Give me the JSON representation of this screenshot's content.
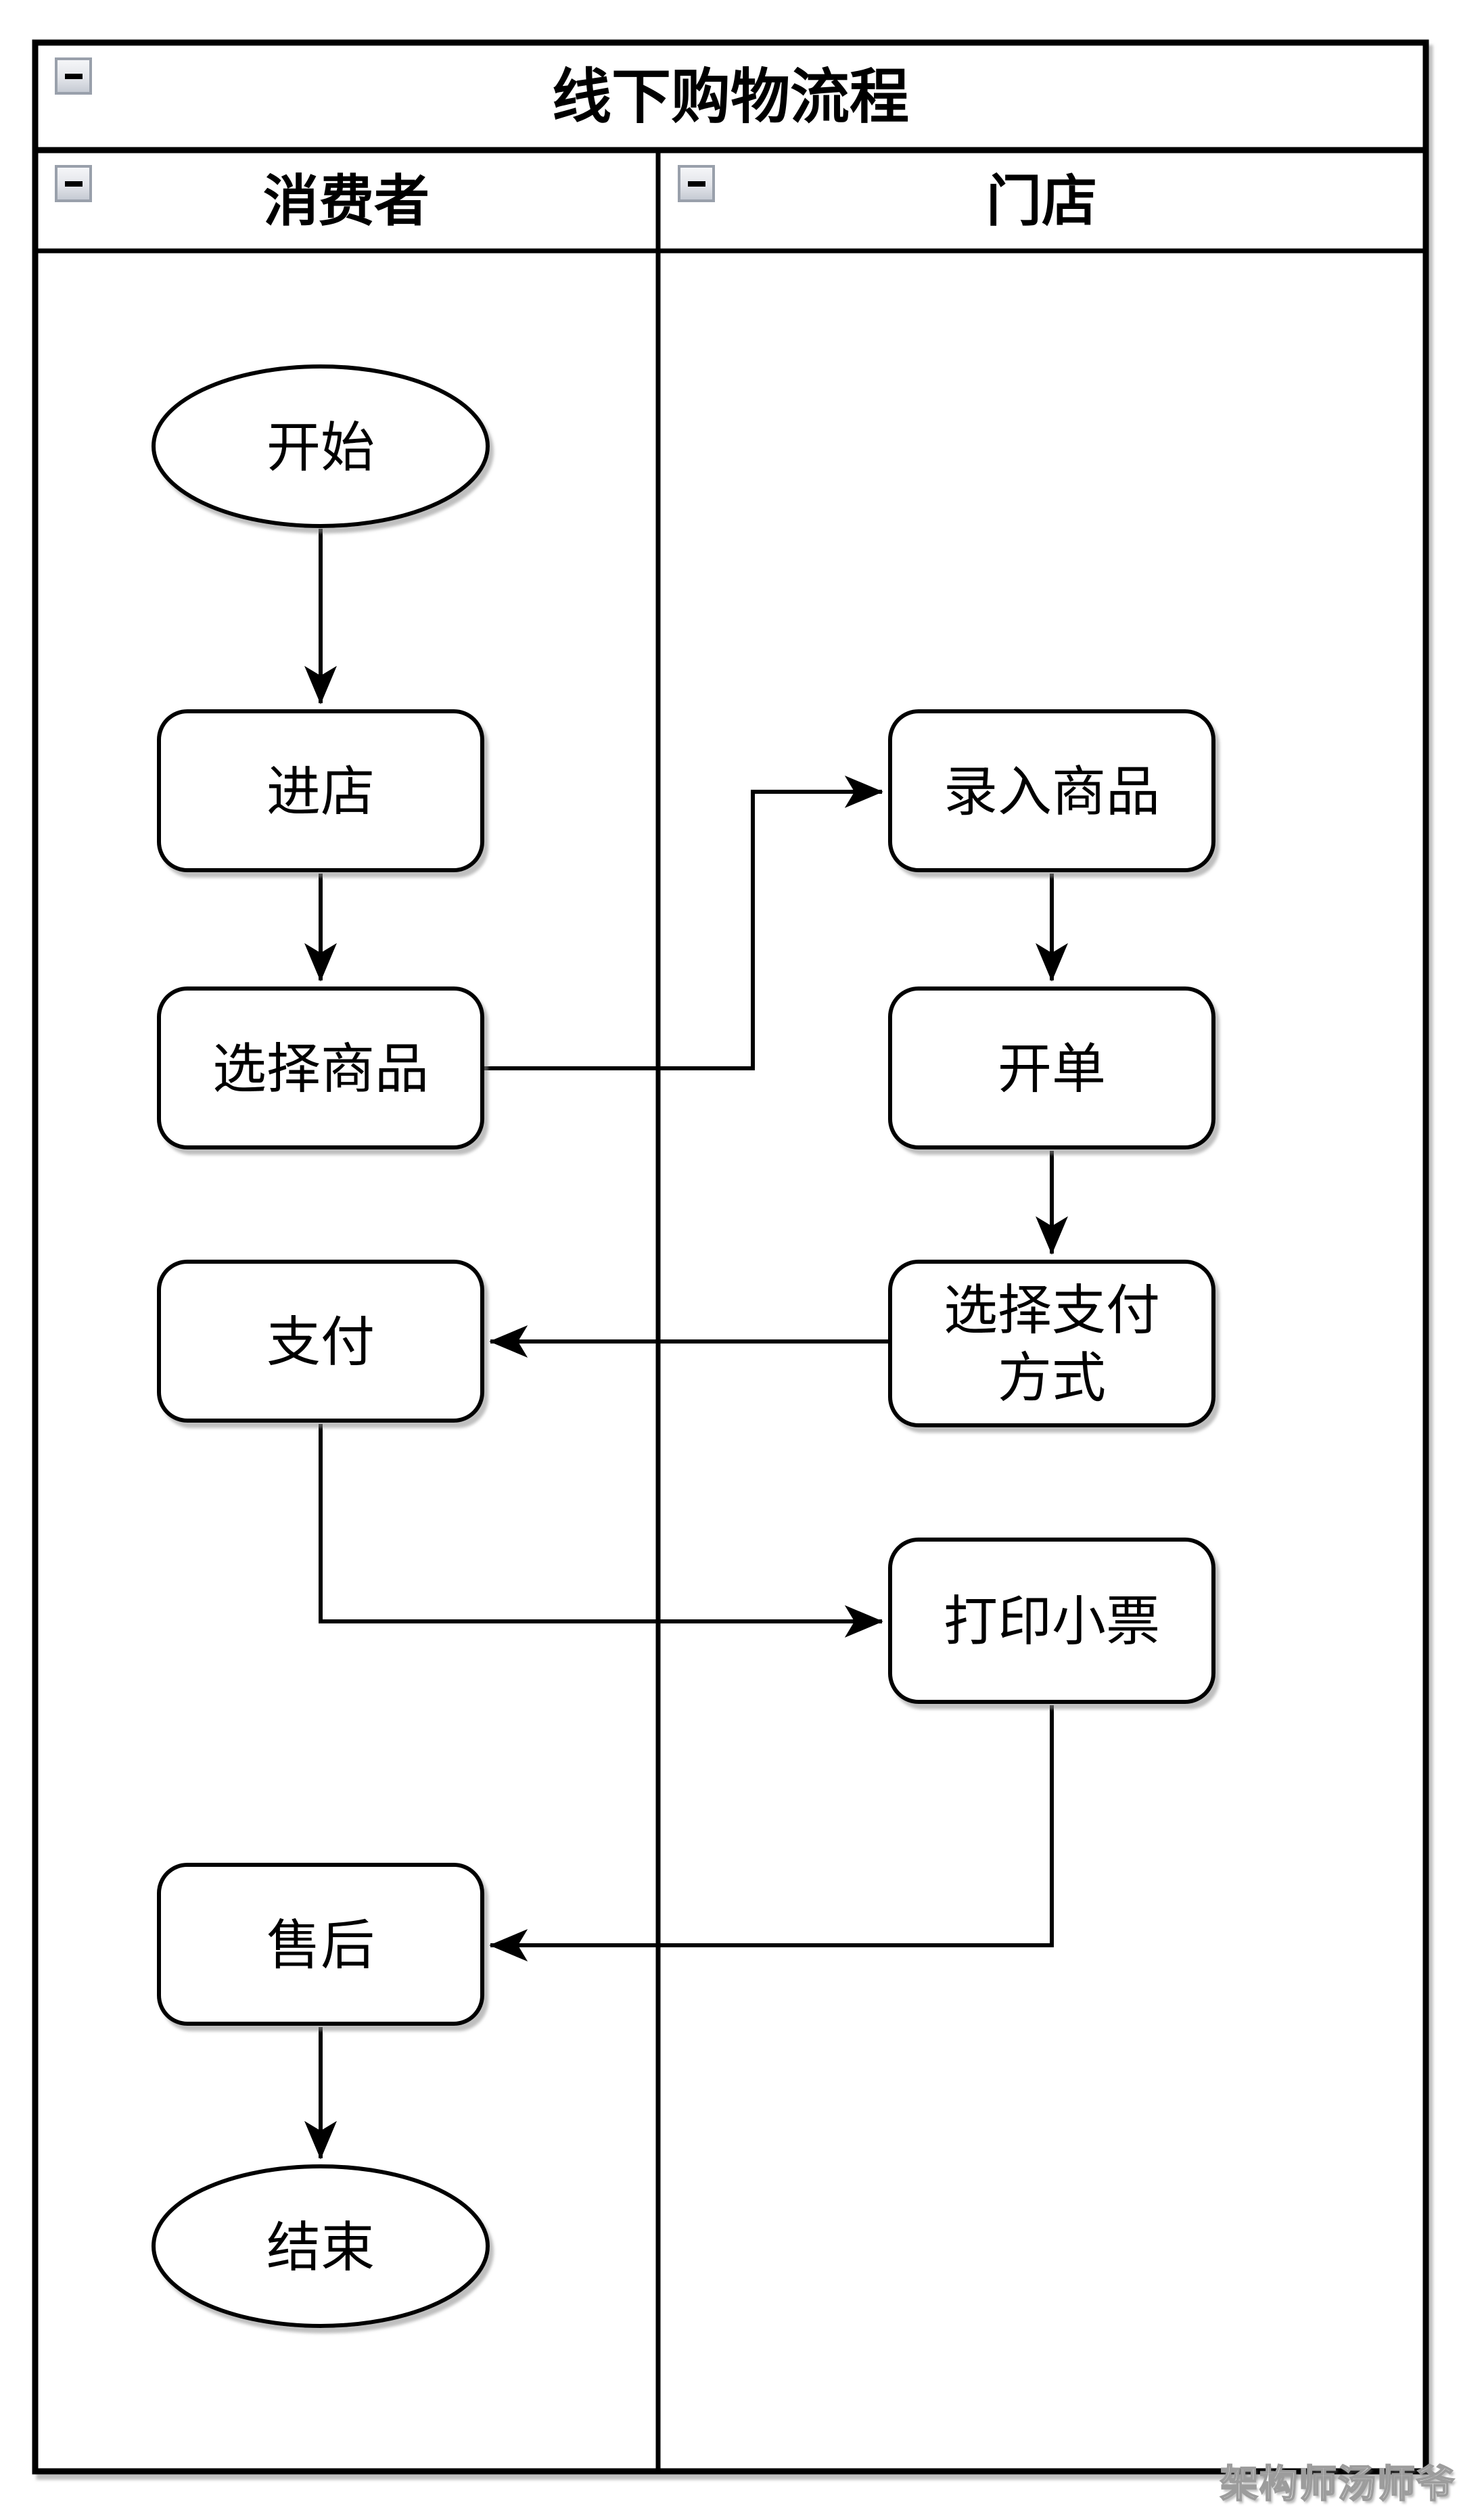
{
  "diagram": {
    "title": "线下购物流程",
    "lanes": [
      {
        "label": "消费者"
      },
      {
        "label": "门店"
      }
    ],
    "nodes": {
      "start": {
        "label": "开始",
        "shape": "ellipse",
        "lane": "消费者"
      },
      "enter_store": {
        "label": "进店",
        "shape": "rounded-rect",
        "lane": "消费者"
      },
      "select_goods": {
        "label": "选择商品",
        "shape": "rounded-rect",
        "lane": "消费者"
      },
      "input_goods": {
        "label": "录入商品",
        "shape": "rounded-rect",
        "lane": "门店"
      },
      "create_order": {
        "label": "开单",
        "shape": "rounded-rect",
        "lane": "门店"
      },
      "choose_payment": {
        "label": "选择支付方式",
        "line1": "选择支付",
        "line2": "方式",
        "shape": "rounded-rect",
        "lane": "门店"
      },
      "pay": {
        "label": "支付",
        "shape": "rounded-rect",
        "lane": "消费者"
      },
      "print_receipt": {
        "label": "打印小票",
        "shape": "rounded-rect",
        "lane": "门店"
      },
      "after_sales": {
        "label": "售后",
        "shape": "rounded-rect",
        "lane": "消费者"
      },
      "end": {
        "label": "结束",
        "shape": "ellipse",
        "lane": "消费者"
      }
    },
    "edges": [
      {
        "from": "开始",
        "to": "进店"
      },
      {
        "from": "进店",
        "to": "选择商品"
      },
      {
        "from": "选择商品",
        "to": "录入商品"
      },
      {
        "from": "录入商品",
        "to": "开单"
      },
      {
        "from": "开单",
        "to": "选择支付方式"
      },
      {
        "from": "选择支付方式",
        "to": "支付"
      },
      {
        "from": "支付",
        "to": "打印小票"
      },
      {
        "from": "打印小票",
        "to": "售后"
      },
      {
        "from": "售后",
        "to": "结束"
      }
    ]
  },
  "watermark": "架构师汤师爷",
  "colors": {
    "stroke": "#000000",
    "node_fill": "#ffffff",
    "background": "#ffffff",
    "shadow": "#8a8a8a",
    "collapse_button_border": "#99a0ab"
  }
}
